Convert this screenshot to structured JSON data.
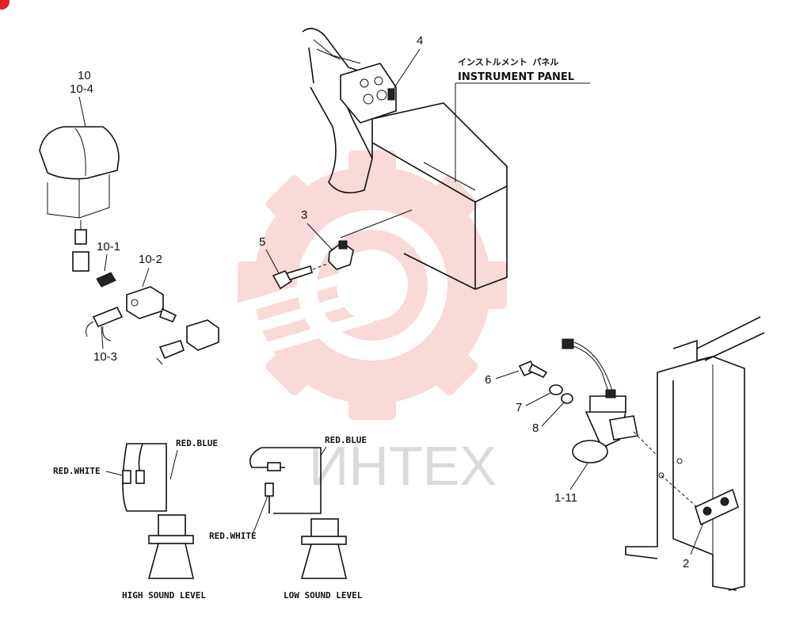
{
  "watermark": {
    "text": "ИНТЕХ",
    "color": "#f28c8c"
  },
  "panel_label": {
    "jp": "インストルメント パネル",
    "en": "INSTRUMENT PANEL"
  },
  "callouts": {
    "c10": "10",
    "c10_4": "10-4",
    "c10_1": "10-1",
    "c10_2": "10-2",
    "c10_3": "10-3",
    "c4": "4",
    "c3": "3",
    "c5": "5",
    "c6": "6",
    "c7": "7",
    "c8": "8",
    "c1_11": "1-11",
    "c2": "2"
  },
  "wiring": {
    "red_blue": "RED.BLUE",
    "red_white": "RED.WHITE",
    "high_level": "HIGH SOUND LEVEL",
    "low_level": "LOW SOUND LEVEL"
  }
}
